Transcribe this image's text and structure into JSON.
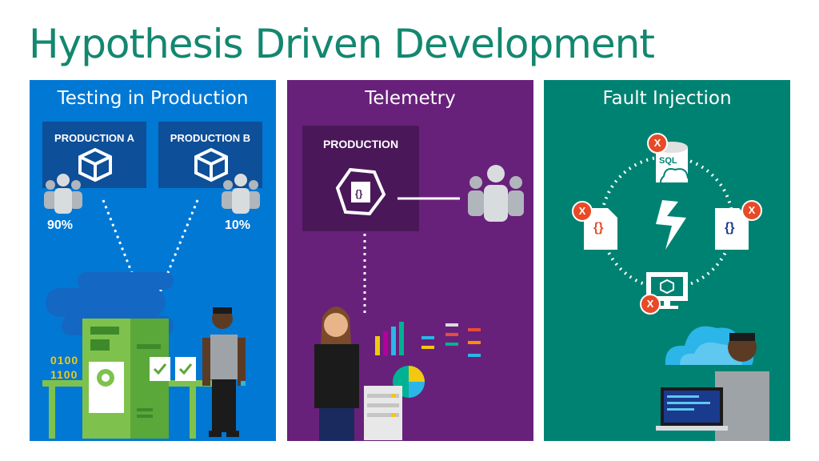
{
  "title": "Hypothesis Driven Development",
  "panels": {
    "testing": {
      "title": "Testing in Production",
      "prod_a": "PRODUCTION A",
      "prod_b": "PRODUCTION B",
      "pct_a": "90%",
      "pct_b": "10%",
      "binary_1": "0100",
      "binary_2": "1100",
      "color": "#0078d4"
    },
    "telemetry": {
      "title": "Telemetry",
      "production": "PRODUCTION",
      "code_icon": "{}",
      "color": "#68217a"
    },
    "fault": {
      "title": "Fault Injection",
      "sql": "SQL",
      "code_icon": "{}",
      "x_mark": "X",
      "color": "#008272"
    }
  },
  "icons": [
    "box-icon",
    "users-icon",
    "code-icon",
    "database-icon",
    "cloud-icon",
    "lightning-icon",
    "monitor-icon",
    "error-icon",
    "check-icon"
  ]
}
